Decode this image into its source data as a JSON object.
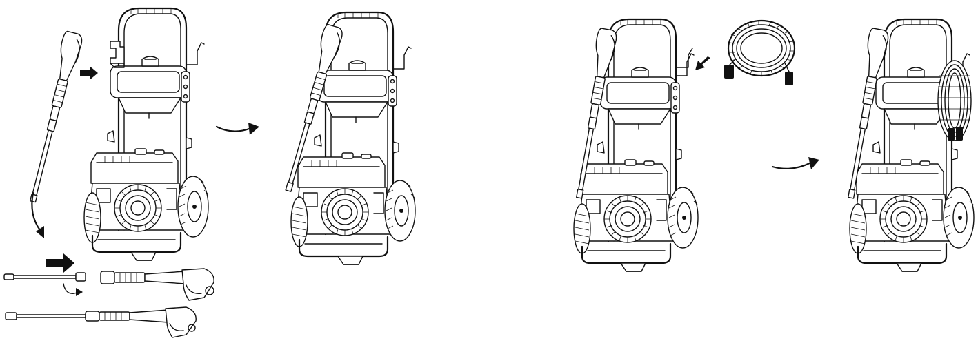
{
  "diagram": {
    "background": "#ffffff",
    "line_color": "#111111",
    "steps": [
      {
        "id": "step-1",
        "shows": [
          "pressure-washer",
          "spray-gun",
          "gun-holder-bracket",
          "lance-assembly"
        ]
      },
      {
        "id": "step-2",
        "shows": [
          "pressure-washer-with-gun-mounted"
        ]
      },
      {
        "id": "step-3",
        "shows": [
          "pressure-washer",
          "hose-coil",
          "hose-hook"
        ]
      },
      {
        "id": "step-4",
        "shows": [
          "pressure-washer-with-hose-stored"
        ]
      }
    ],
    "arrows": [
      "fill-arrow",
      "curved-arrow",
      "fill-arrow",
      "curved-arrow",
      "fill-arrow",
      "curved-arrow",
      "rotate-arrow",
      "curved-arrow"
    ]
  }
}
